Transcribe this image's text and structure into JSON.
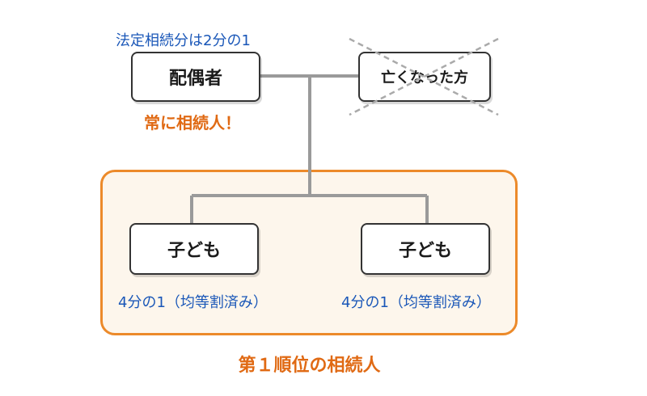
{
  "spouse": {
    "share": "法定相続分は2分の1",
    "label": "配偶者",
    "note": "常に相続人！"
  },
  "deceased": {
    "label": "亡くなった方"
  },
  "children": [
    {
      "label": "子ども",
      "share": "4分の1（均等割済み）"
    },
    {
      "label": "子ども",
      "share": "4分の1（均等割済み）"
    }
  ],
  "group_caption": "第１順位の相続人",
  "colors": {
    "blue": "#1a57b8",
    "orange": "#e06a14",
    "frame_orange": "#ec8a2a",
    "frame_fill": "#fdf6ec",
    "line_gray": "#9a9a9a"
  }
}
